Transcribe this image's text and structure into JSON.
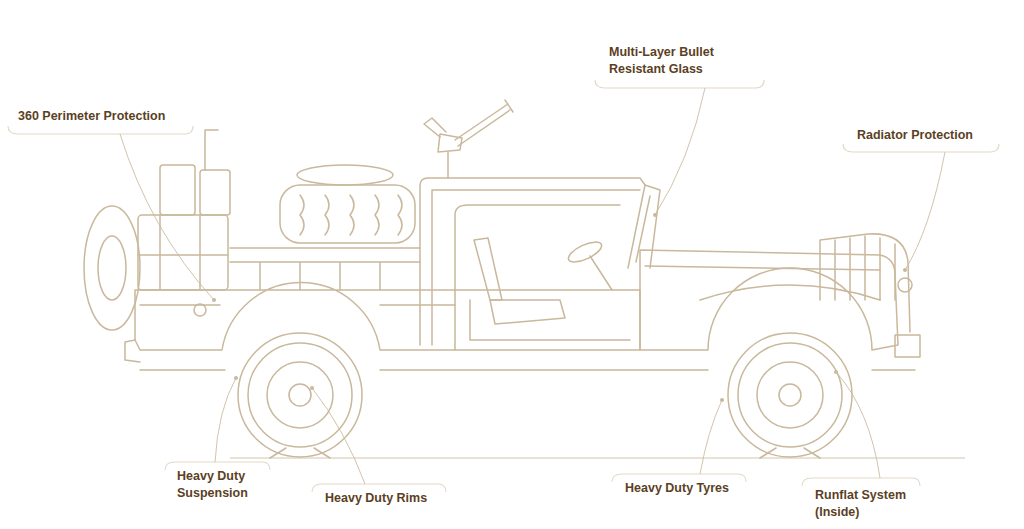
{
  "diagram": {
    "labels": [
      "360 Perimeter Protection",
      "Multi-Layer Bullet Resistant Glass",
      "Radiator Protection",
      "Heavy Duty Suspension",
      "Heavy Duty Rims",
      "Heavy Duty Tyres",
      "Runflat System (Inside)"
    ]
  }
}
